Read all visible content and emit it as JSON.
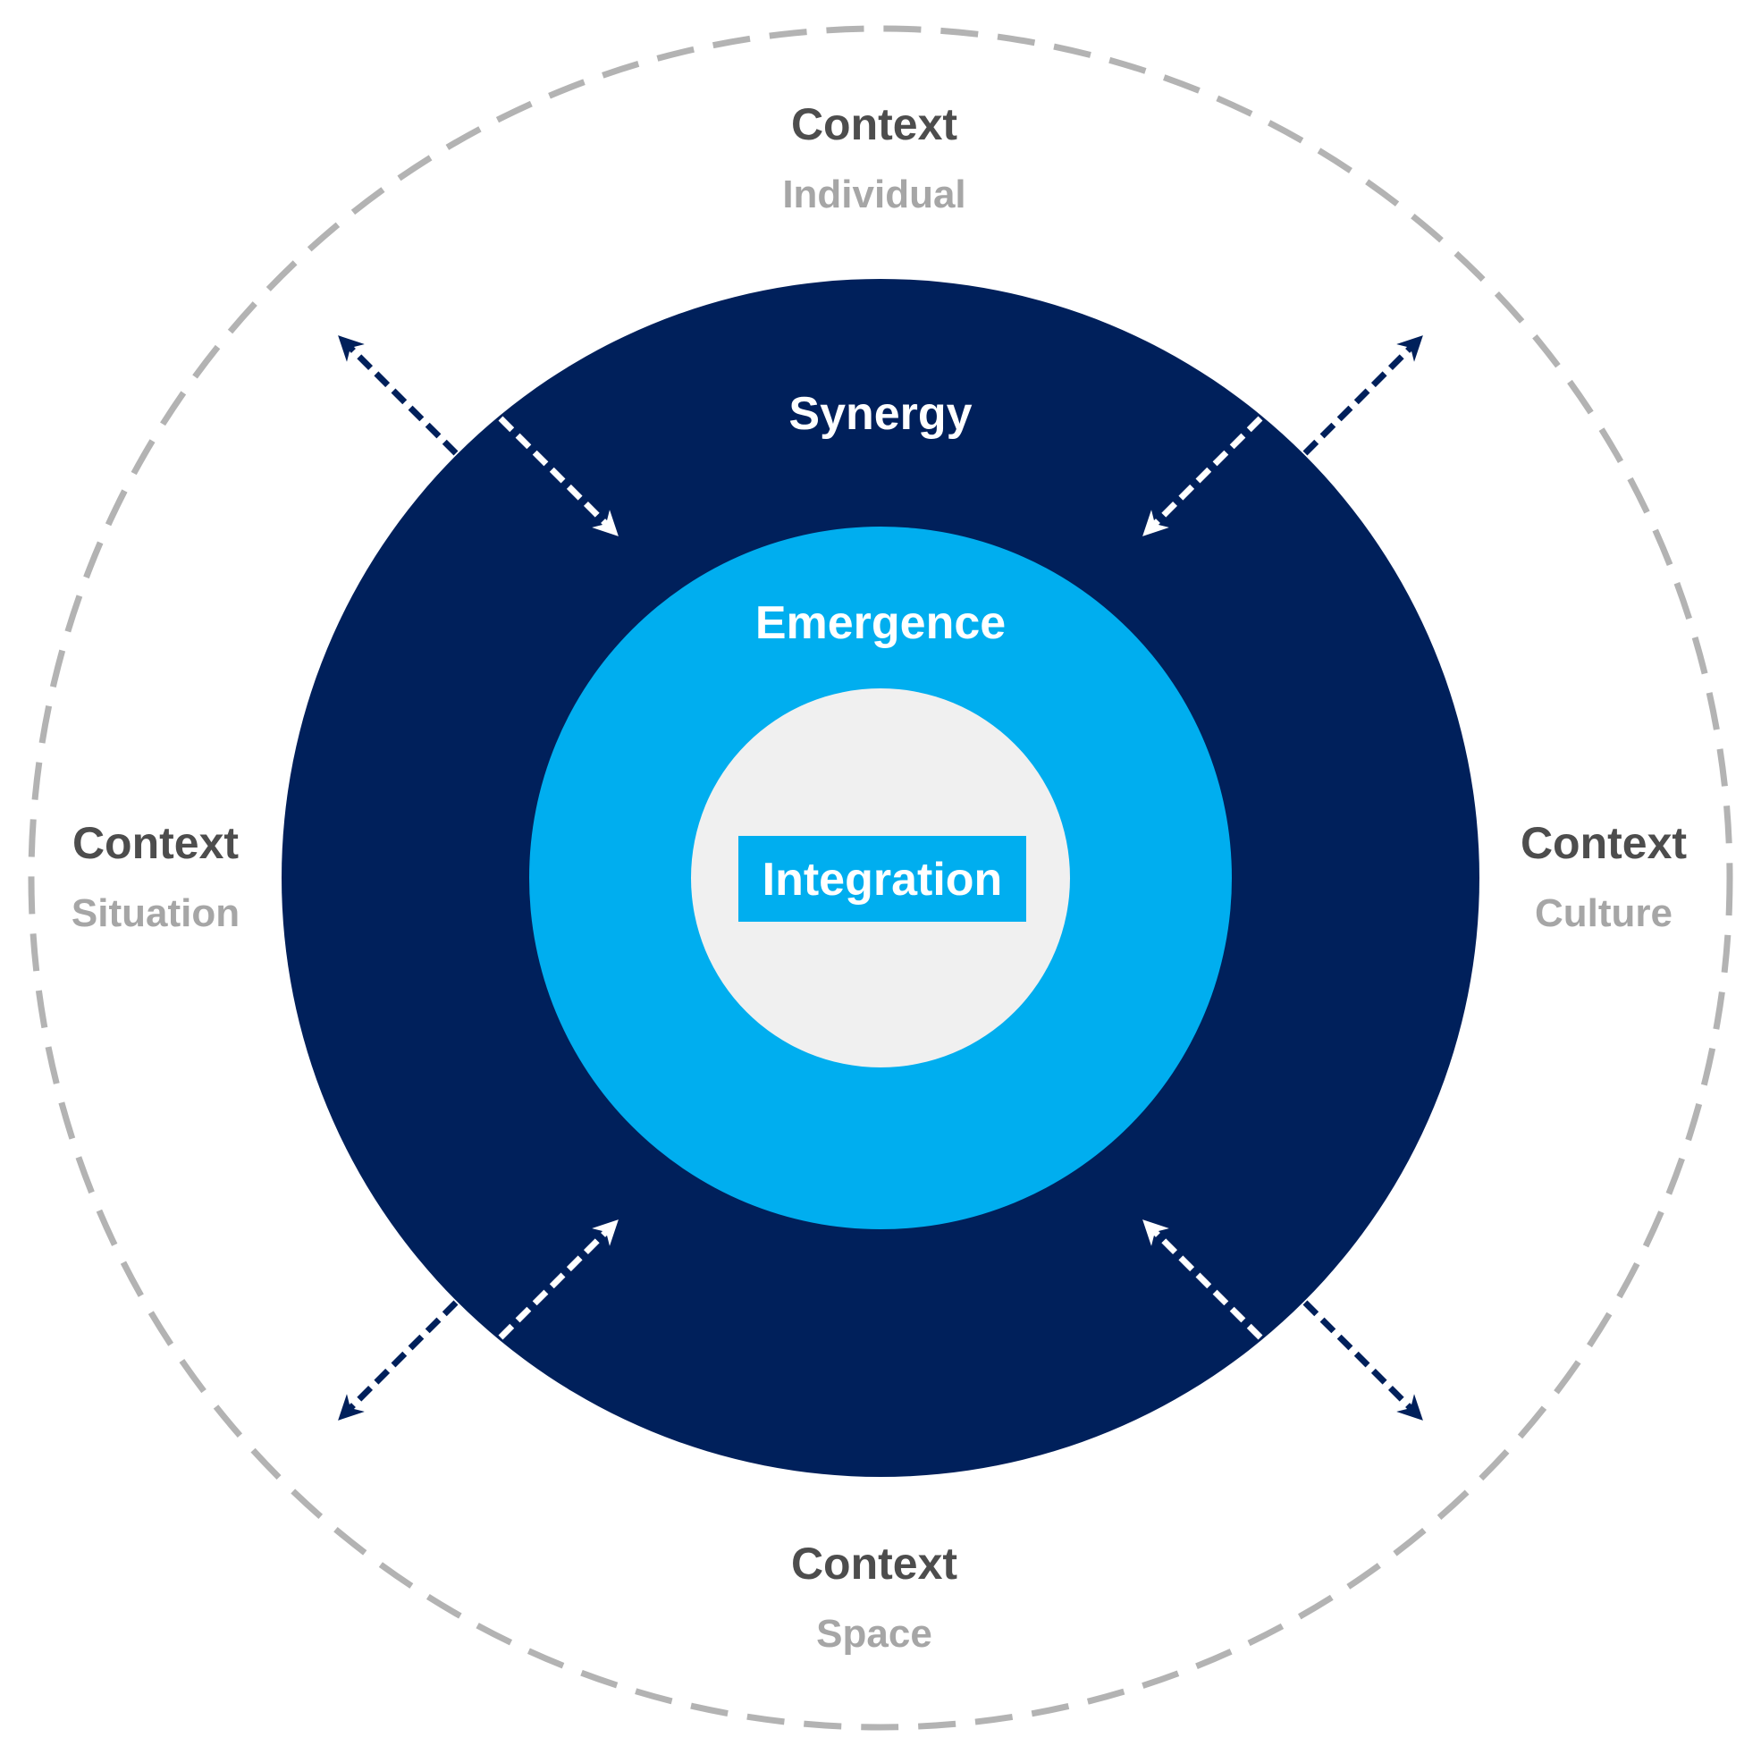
{
  "colors": {
    "background": "#ffffff",
    "outer_dash": "#b3b3b3",
    "synergy_ring": "#00205b",
    "emergence_ring": "#00aeef",
    "integration_core": "#f0f0f0",
    "integration_badge": "#00aeef",
    "context_title": "#4d4d4d",
    "context_sub": "#a6a6a6",
    "ring_text": "#ffffff",
    "arrow_outer": "#00205b",
    "arrow_inner": "#ffffff"
  },
  "rings": {
    "synergy": "Synergy",
    "emergence": "Emergence",
    "integration": "Integration"
  },
  "contexts": {
    "top": {
      "title": "Context",
      "sub": "Individual"
    },
    "left": {
      "title": "Context",
      "sub": "Situation"
    },
    "right": {
      "title": "Context",
      "sub": "Culture"
    },
    "bottom": {
      "title": "Context",
      "sub": "Space"
    }
  },
  "arrows": [
    {
      "name": "arrow-top-left",
      "direction": "bidirectional"
    },
    {
      "name": "arrow-top-right",
      "direction": "bidirectional"
    },
    {
      "name": "arrow-bottom-left",
      "direction": "bidirectional"
    },
    {
      "name": "arrow-bottom-right",
      "direction": "bidirectional"
    }
  ]
}
